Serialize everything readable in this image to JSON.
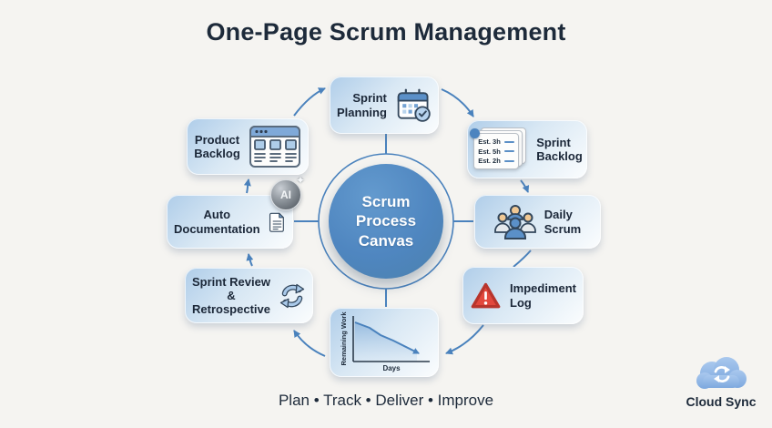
{
  "title": "One-Page Scrum Management",
  "center": {
    "label": "Scrum Process Canvas"
  },
  "nodes": {
    "sprint_planning": {
      "label": "Sprint\nPlanning",
      "icon": "calendar-check-icon"
    },
    "product_backlog": {
      "label": "Product\nBacklog",
      "icon": "kanban-browser-icon"
    },
    "sprint_backlog": {
      "label": "Sprint\nBacklog",
      "icon": "estimate-cards-icon",
      "cards": [
        "Est. 3h",
        "Est. 5h",
        "Est. 2h"
      ]
    },
    "auto_documentation": {
      "label": "Auto\nDocumentation",
      "icon": "document-icon",
      "badge": "AI",
      "sparkle": "✦"
    },
    "daily_scrum": {
      "label": "Daily\nScrum",
      "icon": "team-icon"
    },
    "sprint_review": {
      "label": "Sprint Review\n& Retrospective",
      "icon": "cycle-arrows-icon"
    },
    "impediment_log": {
      "label": "Impediment\nLog",
      "icon": "warning-triangle-icon"
    },
    "burndown": {
      "ylabel": "Remaining Work",
      "xlabel": "Days"
    }
  },
  "tagline": "Plan • Track • Deliver • Improve",
  "cloud_sync": {
    "label": "Cloud Sync",
    "icon": "cloud-sync-icon"
  },
  "colors": {
    "background": "#f5f4f1",
    "accent_blue": "#4a82bd",
    "node_blue": "#afcde9",
    "circle_blue": "#4f86c0",
    "warning_red": "#e2483d",
    "text_navy": "#1d2a3a",
    "head_tan": "#f0c894"
  },
  "chart_data": {
    "type": "line",
    "title": "Sprint Burndown (mini chart in bottom node)",
    "xlabel": "Days",
    "ylabel": "Remaining Work",
    "x": [
      0,
      1,
      2,
      3,
      4,
      5
    ],
    "values": [
      95,
      85,
      70,
      58,
      45,
      35
    ],
    "legend": [],
    "grid": false,
    "note_axis_ticks": "no tick labels shown; values estimated from line shape"
  }
}
